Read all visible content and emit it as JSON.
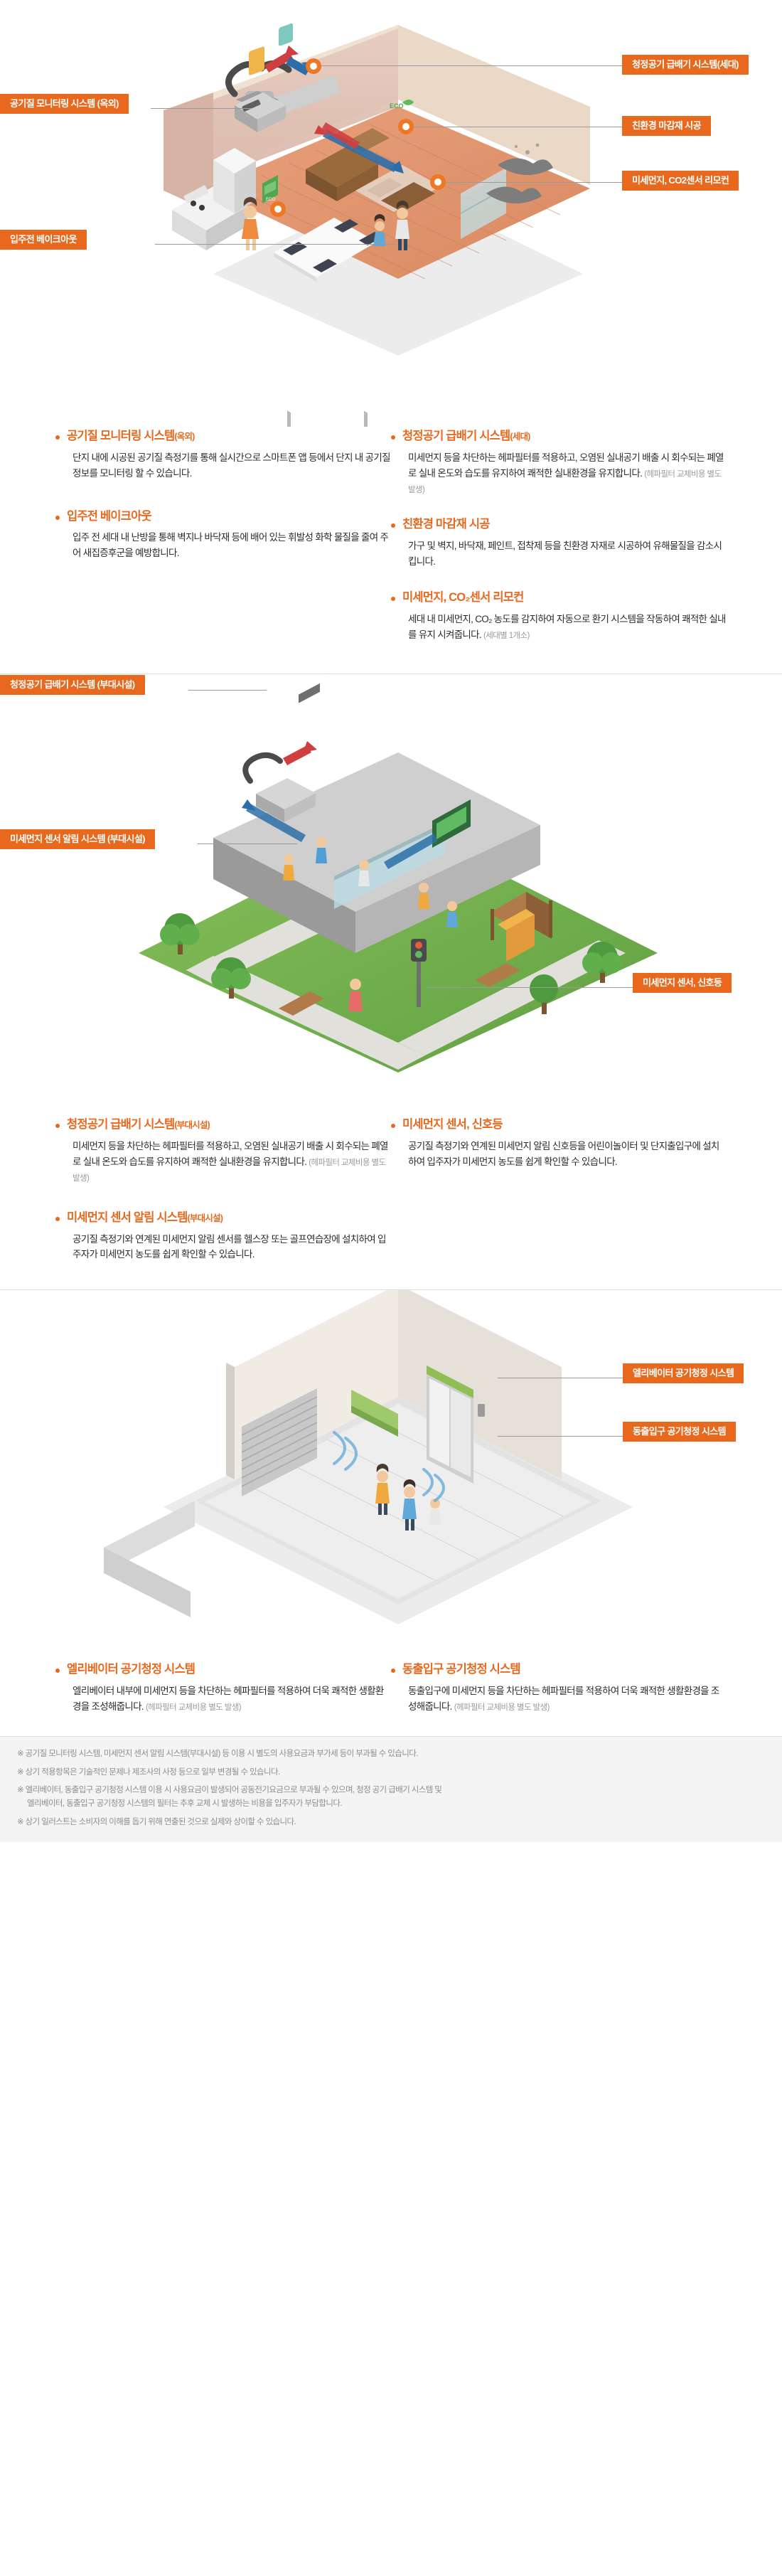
{
  "sections": [
    {
      "id": "household",
      "callouts": [
        {
          "name": "air-quality-monitoring-outdoor",
          "text": "공기질 모니터링 시스템 (옥외)"
        },
        {
          "name": "clean-air-supply-household",
          "text": "청정공기 급배기 시스템(세대)"
        },
        {
          "name": "eco-friendly-finishing",
          "text": "친환경 마감재 시공"
        },
        {
          "name": "dust-co2-sensor-remote",
          "text": "미세먼지, CO2센서 리모컨"
        },
        {
          "name": "pre-move-in-bakeout",
          "text": "입주전 베이크아웃"
        }
      ],
      "items_left": [
        {
          "title": "공기질 모니터링 시스템",
          "title_paren": "(옥외)",
          "body": "단지 내에 시공된 공기질 측정기를 통해 실시간으로 스마트폰 앱 등에서 단지 내 공기질 정보를 모니터링 할 수 있습니다.",
          "note": ""
        },
        {
          "title": "입주전 베이크아웃",
          "title_paren": "",
          "body": "입주 전 세대 내 난방을 통해 벽지나 바닥재 등에 배어 있는 휘발성 화학 물질을 줄여 주어 새집증후군을 예방합니다.",
          "note": ""
        }
      ],
      "items_right": [
        {
          "title": "청정공기 급배기 시스템",
          "title_paren": "(세대)",
          "body": "미세먼지 등을 차단하는 헤파필터를 적용하고, 오염된 실내공기 배출 시 회수되는 폐열로 실내 온도와 습도를 유지하여 쾌적한 실내환경을 유지합니다.",
          "note": "(헤파필터 교체비용 별도 발생)"
        },
        {
          "title": "친환경 마감재 시공",
          "title_paren": "",
          "body": "가구 및 벽지, 바닥재, 페인트, 접착제 등을 친환경 자재로 시공하여 유해물질을 감소시킵니다.",
          "note": ""
        },
        {
          "title": "미세먼지, CO₂센서 리모컨",
          "title_paren": "",
          "body": "세대 내 미세먼지, CO₂ 농도를 감지하여 자동으로 환기 시스템을 작동하여 쾌적한 실내를 유지 시켜줍니다.",
          "note": "(세대별 1개소)"
        }
      ]
    },
    {
      "id": "community",
      "callouts": [
        {
          "name": "clean-air-supply-facility",
          "text": "청정공기 급배기 시스템 (부대시설)"
        },
        {
          "name": "dust-sensor-alarm-facility",
          "text": "미세먼지 센서 알림 시스템 (부대시설)"
        },
        {
          "name": "dust-sensor-signal-lamp",
          "text": "미세먼지 센서, 신호등"
        }
      ],
      "items_left": [
        {
          "title": "청정공기 급배기 시스템",
          "title_paren": "(부대시설)",
          "body": "미세먼지 등을 차단하는 헤파필터를 적용하고, 오염된 실내공기 배출 시 회수되는 폐열로 실내 온도와 습도를 유지하여 쾌적한 실내환경을 유지합니다.",
          "note": "(헤파필터 교체비용 별도 발생)"
        },
        {
          "title": "미세먼지 센서 알림 시스템",
          "title_paren": "(부대시설)",
          "body": "공기질 측정기와 연계된 미세먼지 알림 센서를 헬스장 또는 골프연습장에 설치하여 입주자가 미세먼지 농도를 쉽게 확인할 수 있습니다.",
          "note": ""
        }
      ],
      "items_right": [
        {
          "title": "미세먼지 센서, 신호등",
          "title_paren": "",
          "body": "공기질 측정기와 연계된 미세먼지 알림 신호등을 어린이놀이터 및 단지출입구에 설치하여 입주자가 미세먼지 농도를 쉽게 확인할 수 있습니다.",
          "note": ""
        }
      ]
    },
    {
      "id": "entrance",
      "callouts": [
        {
          "name": "elevator-air-purification",
          "text": "엘리베이터 공기청정 시스템"
        },
        {
          "name": "building-entrance-air-purification",
          "text": "동출입구 공기청정 시스템"
        }
      ],
      "items_left": [
        {
          "title": "엘리베이터 공기청정 시스템",
          "title_paren": "",
          "body": "엘리베이터 내부에 미세먼지 등을 차단하는 헤파필터를 적용하여 더욱 쾌적한 생활환경을 조성해줍니다.",
          "note": "(헤파필터 교체비용 별도 발생)"
        }
      ],
      "items_right": [
        {
          "title": "동출입구 공기청정 시스템",
          "title_paren": "",
          "body": "동출입구에 미세먼지 등을 차단하는 헤파필터를 적용하여 더욱 쾌적한 생활환경을 조성해줍니다.",
          "note": "(헤파필터 교체비용 별도 발생)"
        }
      ]
    }
  ],
  "footer_notes": [
    {
      "marker": "※",
      "text": "공기질 모니터링 시스템, 미세먼지 센서 알림 시스템(부대시설) 등 이용 시 별도의 사용요금과 부가세 등이 부과될 수 있습니다.",
      "continuation": ""
    },
    {
      "marker": "※",
      "text": "상기 적용항목은 기술적인 문제나 제조사의 사정 등으로 일부 변경될 수 있습니다.",
      "continuation": ""
    },
    {
      "marker": "※",
      "text": "엘리베이터, 동출입구 공기청정 시스템 이용 시 사용요금이 발생되어 공동전기요금으로 부과될 수 있으며, 청정 공기 급배기 시스템 및",
      "continuation": "엘리베이터, 동출입구 공기청정 시스템의 필터는 추후 교체 시 발생하는 비용을 입주자가 부담합니다."
    },
    {
      "marker": "※",
      "text": "상기 일러스트는 소비자의 이해를 돕기 위해 연출된 것으로 실제와 상이할 수 있습니다.",
      "continuation": ""
    }
  ],
  "colors": {
    "accent": "#e8691e",
    "dot": "#ef7622",
    "note_gray": "#9b9b9b",
    "footer_bg": "#f4f4f4"
  }
}
